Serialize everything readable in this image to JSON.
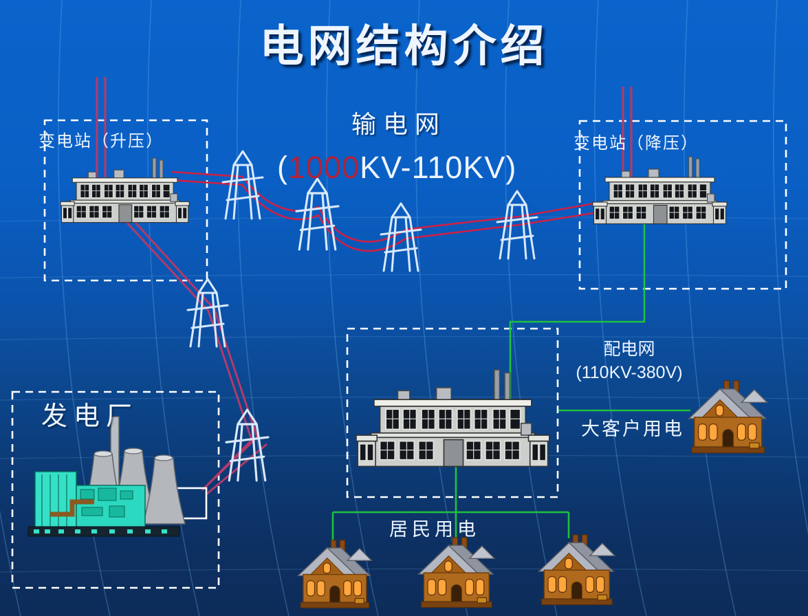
{
  "slide": {
    "title": "电网结构介绍"
  },
  "transmission": {
    "label": "输电网",
    "range_open": "(",
    "range_red": "1000",
    "range_rest": "KV-110KV)"
  },
  "substations": {
    "stepup_label": "变电站（升压）",
    "stepdown_label": "变电站（降压）"
  },
  "power_plant": {
    "label": "发电厂"
  },
  "distribution": {
    "label": "配电网",
    "range": "(110KV-380V)"
  },
  "loads": {
    "large_customer_label": "大客户用电",
    "residential_label": "居民用电"
  },
  "colors": {
    "background_top": "#0a64cb",
    "background_bottom": "#0d2c59",
    "title_text": "#eef5ff",
    "highlight_red_text": "#b22237",
    "transmission_wire_red": "#cc2145",
    "feeder_line_red": "#b23a6a",
    "distribution_line_green": "#1ec13e",
    "dashed_box_white": "#ffffff",
    "tower_white": "#d9e9fb",
    "house_brown": "#b06a1e",
    "plant_cyan": "#35e0c8"
  }
}
